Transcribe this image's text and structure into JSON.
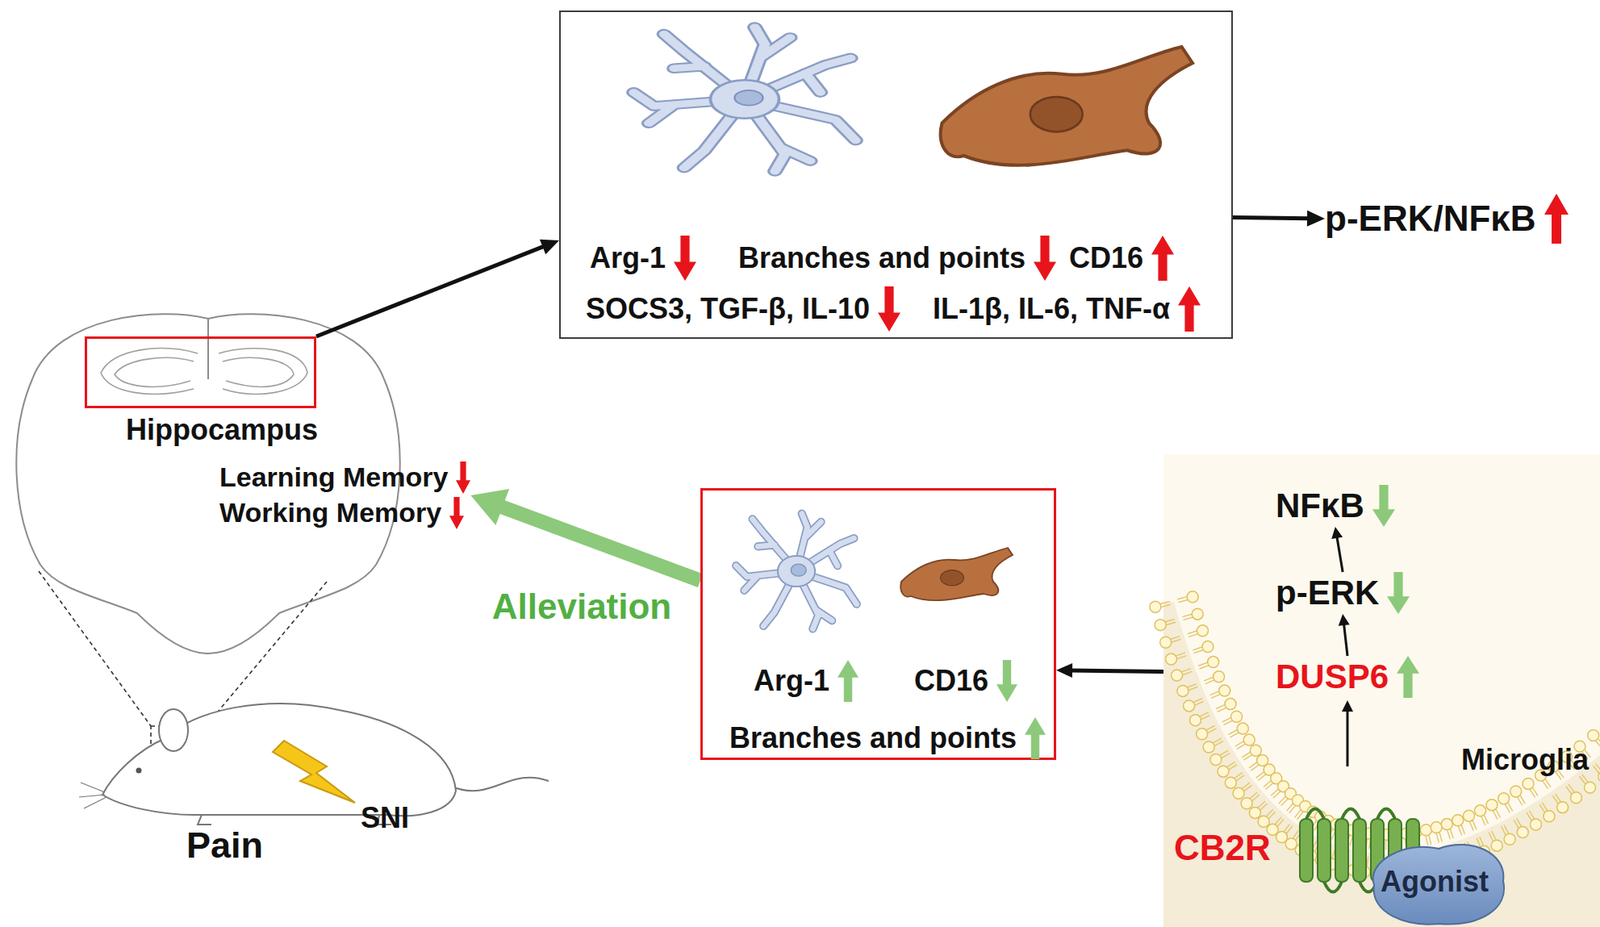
{
  "diagram": {
    "nodes": [
      {
        "text": [
          "Arg-1",
          "Branches and points",
          "CD16",
          "SOCS3, TGF-β, IL-10",
          "IL-1β, IL-6, TNF-α"
        ]
      },
      {
        "text": [
          "p-ERK/NFκB"
        ]
      },
      {
        "text": [
          "Hippocampus"
        ]
      },
      {
        "text": [
          "Learning Memory",
          "Working Memory"
        ]
      },
      {
        "text": [
          "Arg-1",
          "CD16",
          "Branches and points"
        ]
      },
      {
        "text": [
          "Microglia",
          "CB2R"
        ]
      },
      {
        "text": [
          "NFκB"
        ],
        "in": 5
      },
      {
        "text": [
          "p-ERK"
        ],
        "in": 5
      },
      {
        "text": [
          "DUSP6"
        ],
        "in": 5
      },
      {
        "text": [
          "Agonist"
        ],
        "in": 5
      }
    ],
    "edges": [
      {
        "from": 2,
        "to": 0,
        "arrow": "to"
      },
      {
        "from": 0,
        "to": 1,
        "arrow": "to"
      },
      {
        "from": 4,
        "to": 3,
        "label": "Alleviation",
        "arrow": "to"
      },
      {
        "from": 5,
        "to": 4,
        "arrow": "to"
      },
      {
        "from": 8,
        "to": 7,
        "arrow": "to"
      },
      {
        "from": 7,
        "to": 6,
        "arrow": "to"
      }
    ],
    "labels": [
      "Pain",
      "SNI"
    ]
  }
}
